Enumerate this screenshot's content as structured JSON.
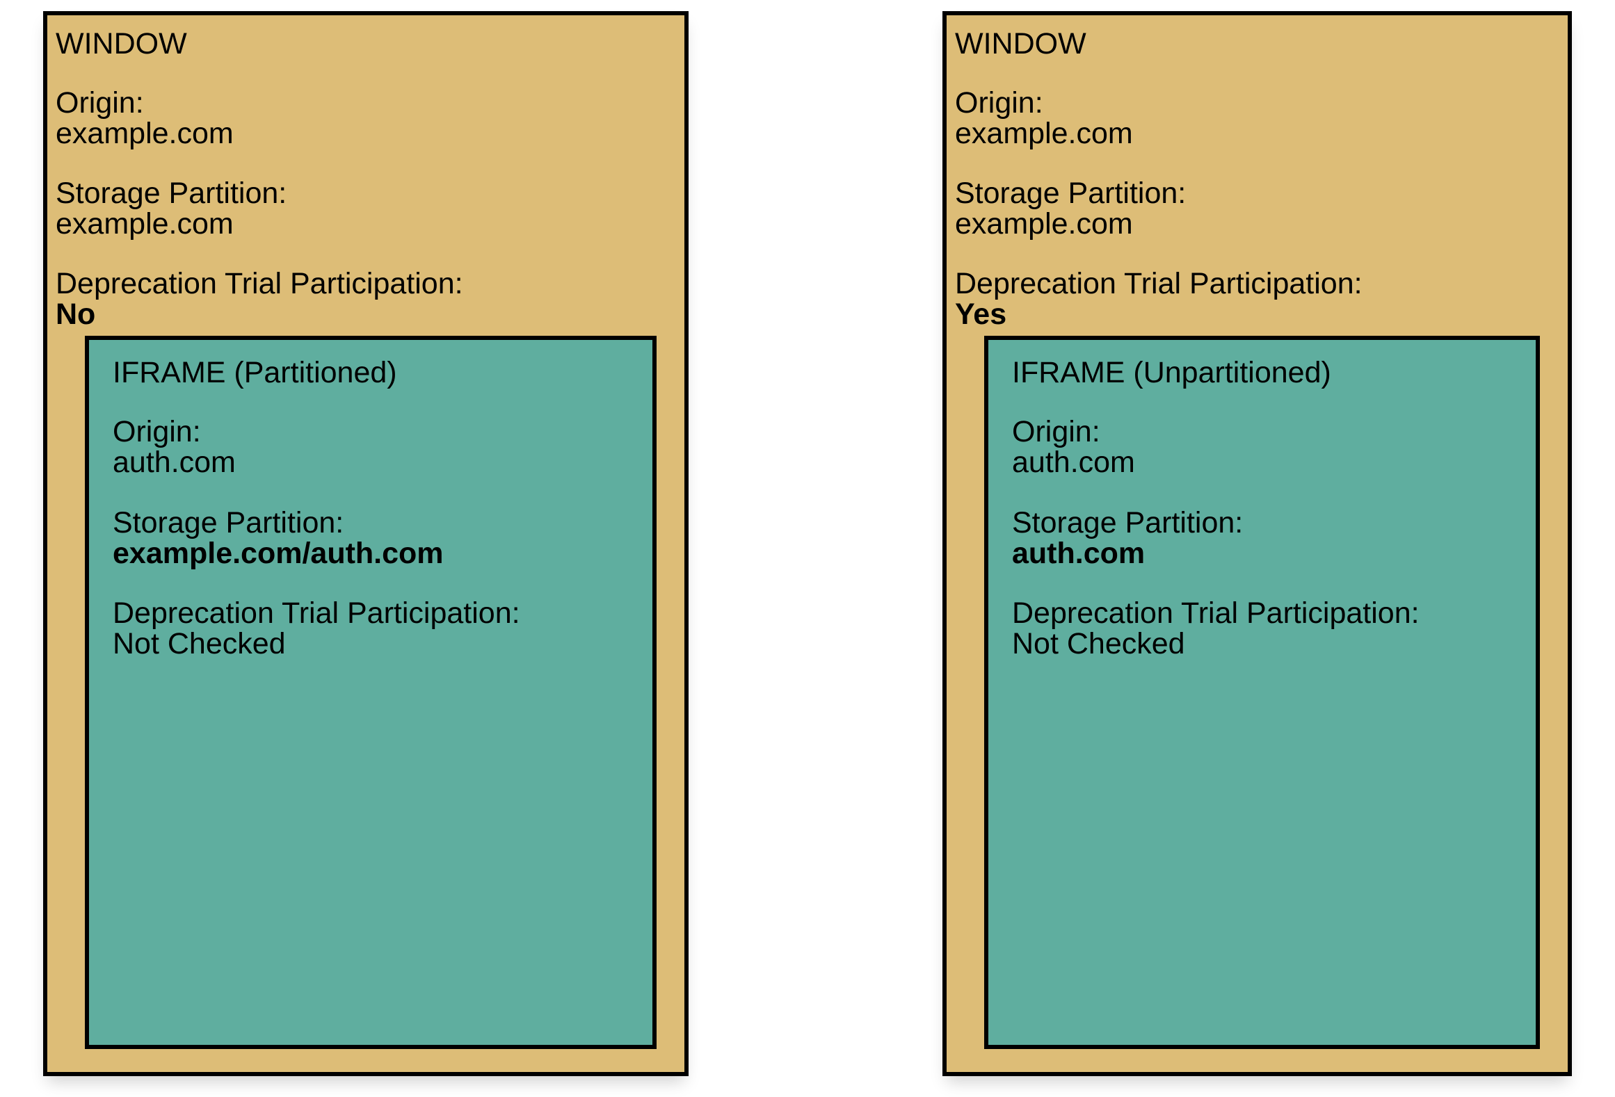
{
  "colors": {
    "window_fill": "#ddbd77",
    "iframe_fill": "#5fae9f",
    "border": "#000000",
    "text": "#000000",
    "background": "#ffffff"
  },
  "panels": [
    {
      "id": "left",
      "window": {
        "title": "WINDOW",
        "fields": [
          {
            "label": "Origin:",
            "value": "example.com",
            "bold": false
          },
          {
            "label": "Storage Partition:",
            "value": "example.com",
            "bold": false
          },
          {
            "label": "Deprecation Trial Participation:",
            "value": "No",
            "bold": true
          }
        ]
      },
      "iframe": {
        "title": "IFRAME (Partitioned)",
        "fields": [
          {
            "label": "Origin:",
            "value": "auth.com",
            "bold": false
          },
          {
            "label": "Storage Partition:",
            "value": "example.com/auth.com",
            "bold": true
          },
          {
            "label": "Deprecation Trial Participation:",
            "value": "Not Checked",
            "bold": false
          }
        ]
      }
    },
    {
      "id": "right",
      "window": {
        "title": "WINDOW",
        "fields": [
          {
            "label": "Origin:",
            "value": "example.com",
            "bold": false
          },
          {
            "label": "Storage Partition:",
            "value": "example.com",
            "bold": false
          },
          {
            "label": "Deprecation Trial Participation:",
            "value": "Yes",
            "bold": true
          }
        ]
      },
      "iframe": {
        "title": "IFRAME (Unpartitioned)",
        "fields": [
          {
            "label": "Origin:",
            "value": "auth.com",
            "bold": false
          },
          {
            "label": "Storage Partition:",
            "value": "auth.com",
            "bold": true
          },
          {
            "label": "Deprecation Trial Participation:",
            "value": "Not Checked",
            "bold": false
          }
        ]
      }
    }
  ]
}
